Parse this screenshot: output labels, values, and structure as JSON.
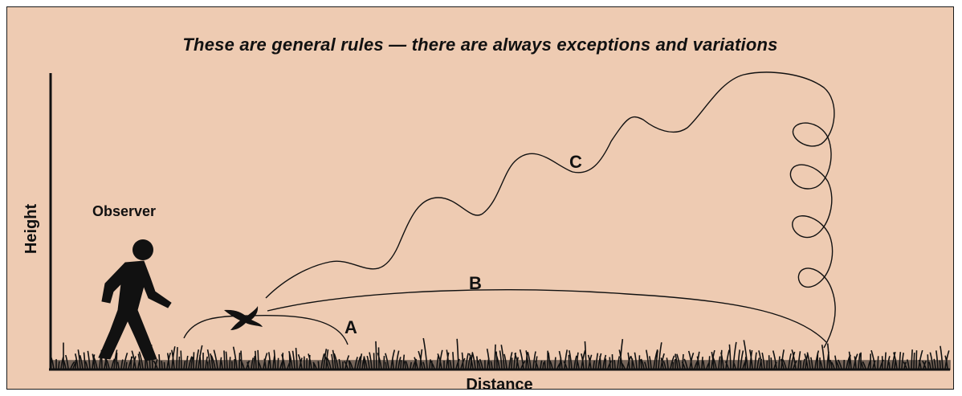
{
  "title": "These are general rules — there are always exceptions and variations",
  "labels": {
    "observer": "Observer",
    "y_axis": "Height",
    "x_axis": "Distance",
    "path_a": "A",
    "path_b": "B",
    "path_c": "C"
  },
  "colors": {
    "background": "#eecbb2",
    "ink": "#111111"
  }
}
